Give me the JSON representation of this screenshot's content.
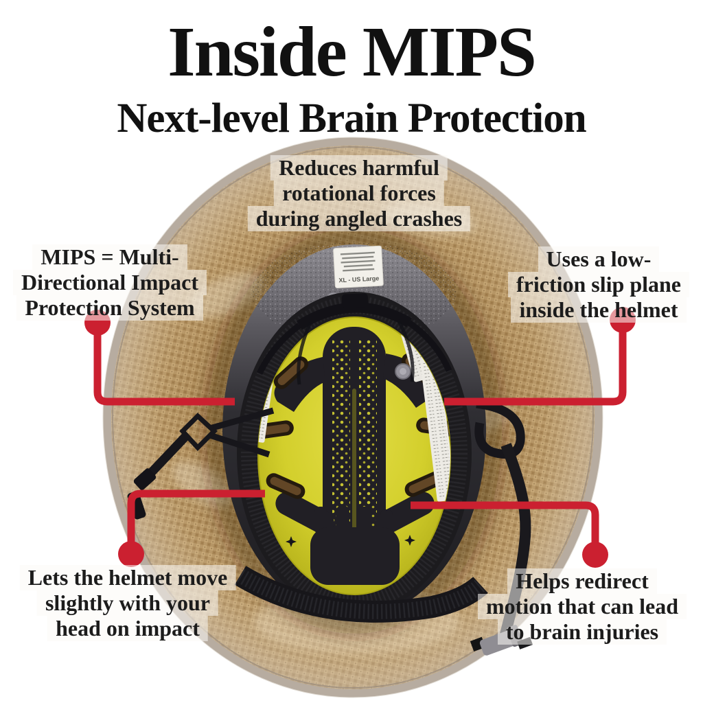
{
  "title": "Inside MIPS",
  "subtitle": "Next-level Brain Protection",
  "callouts": {
    "top": {
      "lines": [
        "Reduces harmful",
        "rotational forces",
        "during angled crashes"
      ]
    },
    "left": {
      "lines": [
        "MIPS = Multi-",
        "Directional Impact",
        "Protection System"
      ]
    },
    "right": {
      "lines": [
        "Uses a low-",
        "friction slip plane",
        "inside the helmet"
      ]
    },
    "bottom_left": {
      "lines": [
        "Lets the helmet move",
        "slightly with your",
        "head on impact"
      ]
    },
    "bottom_right": {
      "lines": [
        "Helps redirect",
        "motion that can lead",
        "to brain injuries"
      ]
    }
  },
  "helmet": {
    "size_label": "XL - US Large"
  },
  "colors": {
    "accent_red": "#cb2030",
    "text": "#1c1c1c",
    "straw": "#b2905e",
    "rim_gray": "#b7aca0",
    "liner_yellow": "#d3cf2c",
    "pad_black": "#211f25"
  }
}
